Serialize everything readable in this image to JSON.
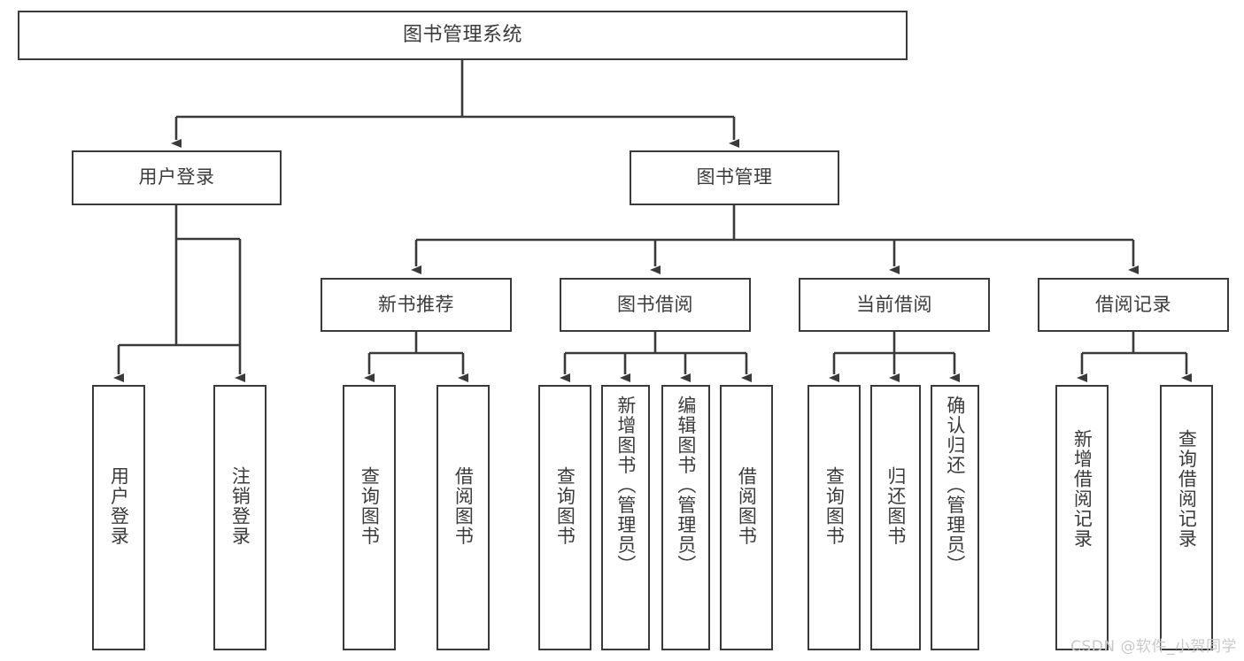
{
  "diagram": {
    "title": "图书管理系统",
    "type": "tree",
    "watermark": "CSDN @软件_小贺同学",
    "colors": {
      "box_border": "#3a3a3a",
      "box_fill": "#ffffff",
      "edge": "#3a3a3a",
      "text": "#3b3b3b",
      "watermark": "#c9c9c9",
      "background": "#ffffff"
    },
    "nodes": {
      "root": {
        "label": "图书管理系统"
      },
      "level2": [
        {
          "id": "user-login",
          "label": "用户登录"
        },
        {
          "id": "book-manage",
          "label": "图书管理"
        }
      ],
      "level3": [
        {
          "id": "new-book-recommend",
          "label": "新书推荐"
        },
        {
          "id": "book-borrow",
          "label": "图书借阅"
        },
        {
          "id": "current-borrow",
          "label": "当前借阅"
        },
        {
          "id": "borrow-record",
          "label": "借阅记录"
        }
      ],
      "leaves": [
        {
          "id": "leaf-user-login",
          "label": "用户登录",
          "parent": "user-login"
        },
        {
          "id": "leaf-user-logout",
          "label": "注销登录",
          "parent": "user-login"
        },
        {
          "id": "leaf-query-book-1",
          "label": "查询图书",
          "parent": "new-book-recommend"
        },
        {
          "id": "leaf-borrow-book-1",
          "label": "借阅图书",
          "parent": "new-book-recommend"
        },
        {
          "id": "leaf-query-book-2",
          "label": "查询图书",
          "parent": "book-borrow"
        },
        {
          "id": "leaf-add-book",
          "label": "新增图书（管理员）",
          "parent": "book-borrow"
        },
        {
          "id": "leaf-edit-book",
          "label": "编辑图书（管理员）",
          "parent": "book-borrow"
        },
        {
          "id": "leaf-borrow-book-2",
          "label": "借阅图书",
          "parent": "book-borrow"
        },
        {
          "id": "leaf-query-book-3",
          "label": "查询图书",
          "parent": "current-borrow"
        },
        {
          "id": "leaf-return-book",
          "label": "归还图书",
          "parent": "current-borrow"
        },
        {
          "id": "leaf-confirm-return",
          "label": "确认归还（管理员）",
          "parent": "current-borrow"
        },
        {
          "id": "leaf-add-record",
          "label": "新增借阅记录",
          "parent": "borrow-record"
        },
        {
          "id": "leaf-query-record",
          "label": "查询借阅记录",
          "parent": "borrow-record"
        }
      ]
    }
  }
}
